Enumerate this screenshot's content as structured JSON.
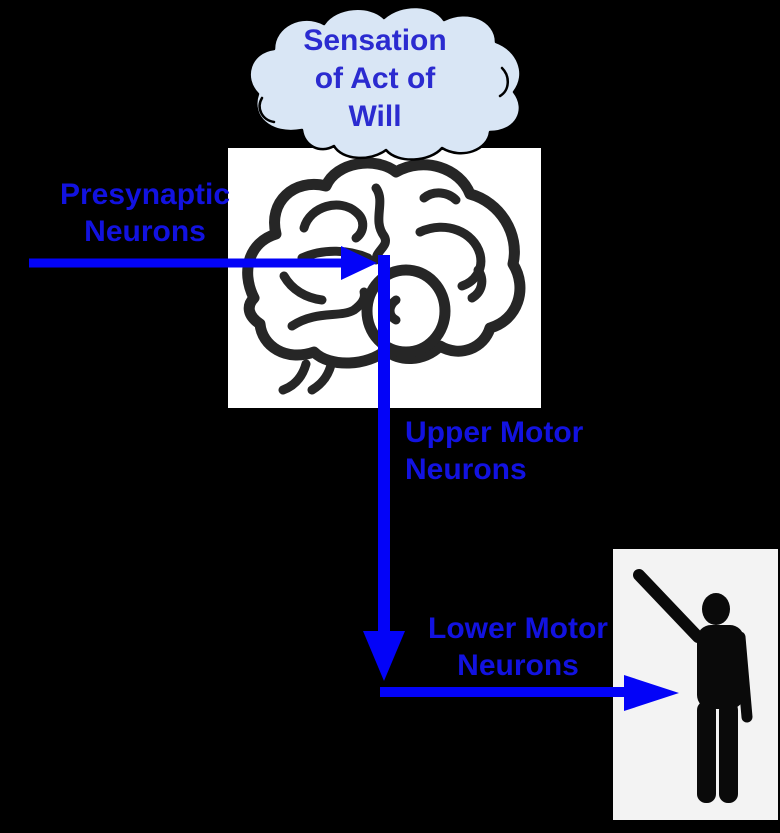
{
  "cloud": {
    "label": "Sensation\nof Act of\nWill"
  },
  "labels": {
    "presynaptic": "Presynaptic\nNeurons",
    "upper_motor": "Upper Motor\nNeurons",
    "lower_motor": "Lower Motor\nNeurons"
  },
  "icons": {
    "cloud": "thought-cloud-icon",
    "brain": "brain-icon",
    "person": "person-raising-arm-icon",
    "presynaptic_arrow": "right-arrow-icon",
    "upper_motor_arrow": "down-arrow-icon",
    "lower_motor_arrow": "right-arrow-icon"
  },
  "colors": {
    "background": "#000000",
    "arrow_blue": "#0303f8",
    "label_blue": "#1212e0",
    "cloud_fill": "#d9e6f5",
    "cloud_text": "#2b2bd0",
    "outline_black": "#000000",
    "brain_panel_bg": "#ffffff",
    "person_panel_bg": "#f3f3f3",
    "figure_color": "#0a0a0a",
    "brain_line": "#262626"
  }
}
